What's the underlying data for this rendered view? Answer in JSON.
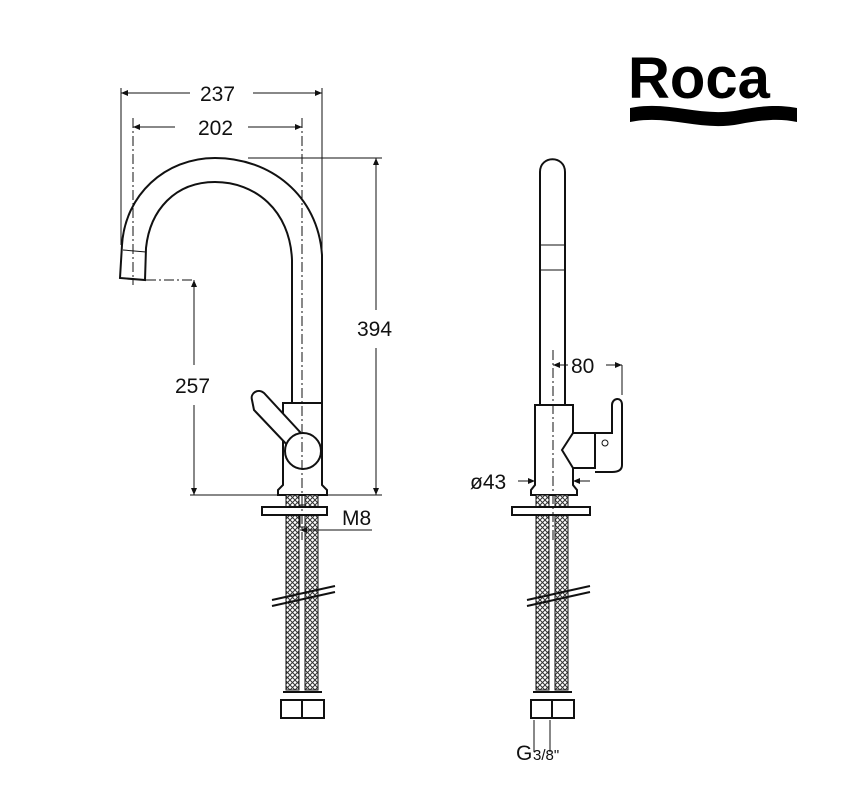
{
  "logo": {
    "text": "Roca"
  },
  "dimensions": {
    "overall_reach": "237",
    "spout_reach": "202",
    "overall_height": "394",
    "spout_height": "257",
    "handle_reach": "80",
    "body_diameter": "ø43",
    "fixing_thread": "M8",
    "connection": "G",
    "connection_fraction": "3/8\""
  },
  "colors": {
    "line": "#111111",
    "background": "#ffffff"
  }
}
